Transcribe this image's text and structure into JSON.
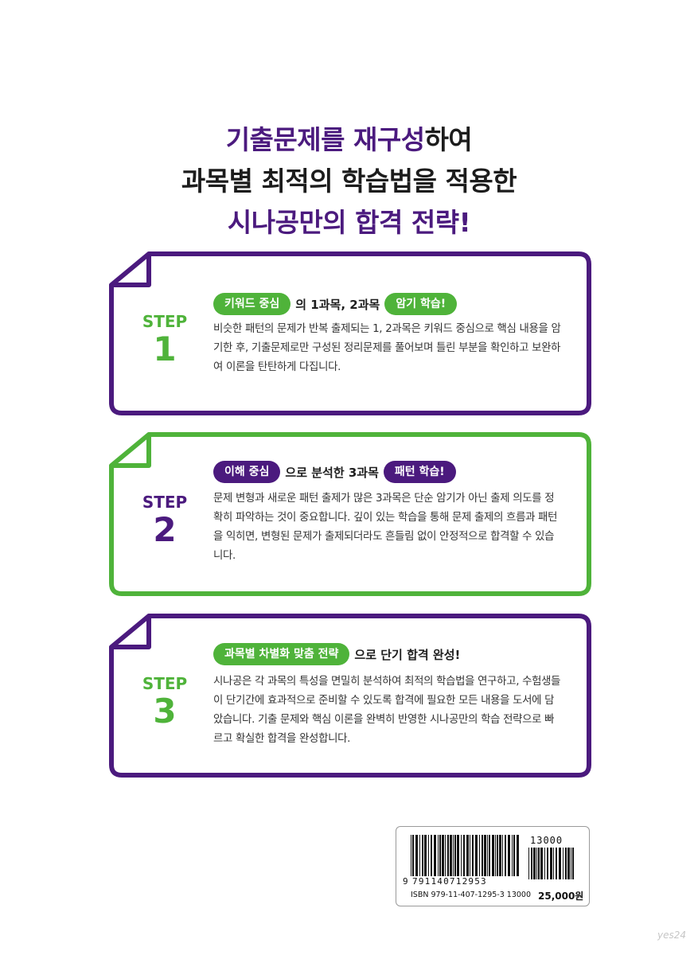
{
  "headline": {
    "line1_hl": "기출문제를 재구성",
    "line1_rest": "하여",
    "line2": "과목별 최적의 학습법을 적용한",
    "line3": "시나공만의 합격 전략!"
  },
  "colors": {
    "purple": "#4b1a7e",
    "green": "#4fb33a"
  },
  "steps": [
    {
      "step_word": "STEP",
      "step_num": "1",
      "pill1": "키워드 중심",
      "mid": "의 1과목, 2과목",
      "pill2": "암기 학습!",
      "desc": "비슷한 패턴의 문제가 반복 출제되는 1, 2과목은 키워드 중심으로 핵심 내용을 암기한 후, 기출문제로만 구성된 정리문제를 풀어보며 틀린 부분을 확인하고 보완하여 이론을 탄탄하게 다집니다."
    },
    {
      "step_word": "STEP",
      "step_num": "2",
      "pill1": "이해 중심",
      "mid": "으로 분석한 3과목",
      "pill2": "패턴 학습!",
      "desc": "문제 변형과 새로운 패턴 출제가 많은 3과목은 단순 암기가 아닌 출제 의도를 정확히 파악하는 것이 중요합니다. 깊이 있는 학습을 통해 문제 출제의 흐름과 패턴을 익히면, 변형된 문제가 출제되더라도 흔들림 없이 안정적으로 합격할 수 있습니다."
    },
    {
      "step_word": "STEP",
      "step_num": "3",
      "pill1": "과목별 차별화 맞춤 전략",
      "mid": "으로 단기 합격 완성!",
      "desc": "시나공은 각 과목의 특성을 면밀히 분석하여 최적의 학습법을 연구하고, 수험생들이 단기간에 효과적으로 준비할 수 있도록 합격에 필요한 모든 내용을 도서에 담았습니다. 기출 문제와 핵심 이론을 완벽히 반영한 시나공만의 학습 전략으로 빠르고 확실한 합격을 완성합니다."
    }
  ],
  "barcode": {
    "addon": "13000",
    "ean_first": "9",
    "ean_digits": "791140712953",
    "isbn": "ISBN 979-11-407-1295-3 13000",
    "price": "25,000원"
  },
  "watermark": "yes24"
}
